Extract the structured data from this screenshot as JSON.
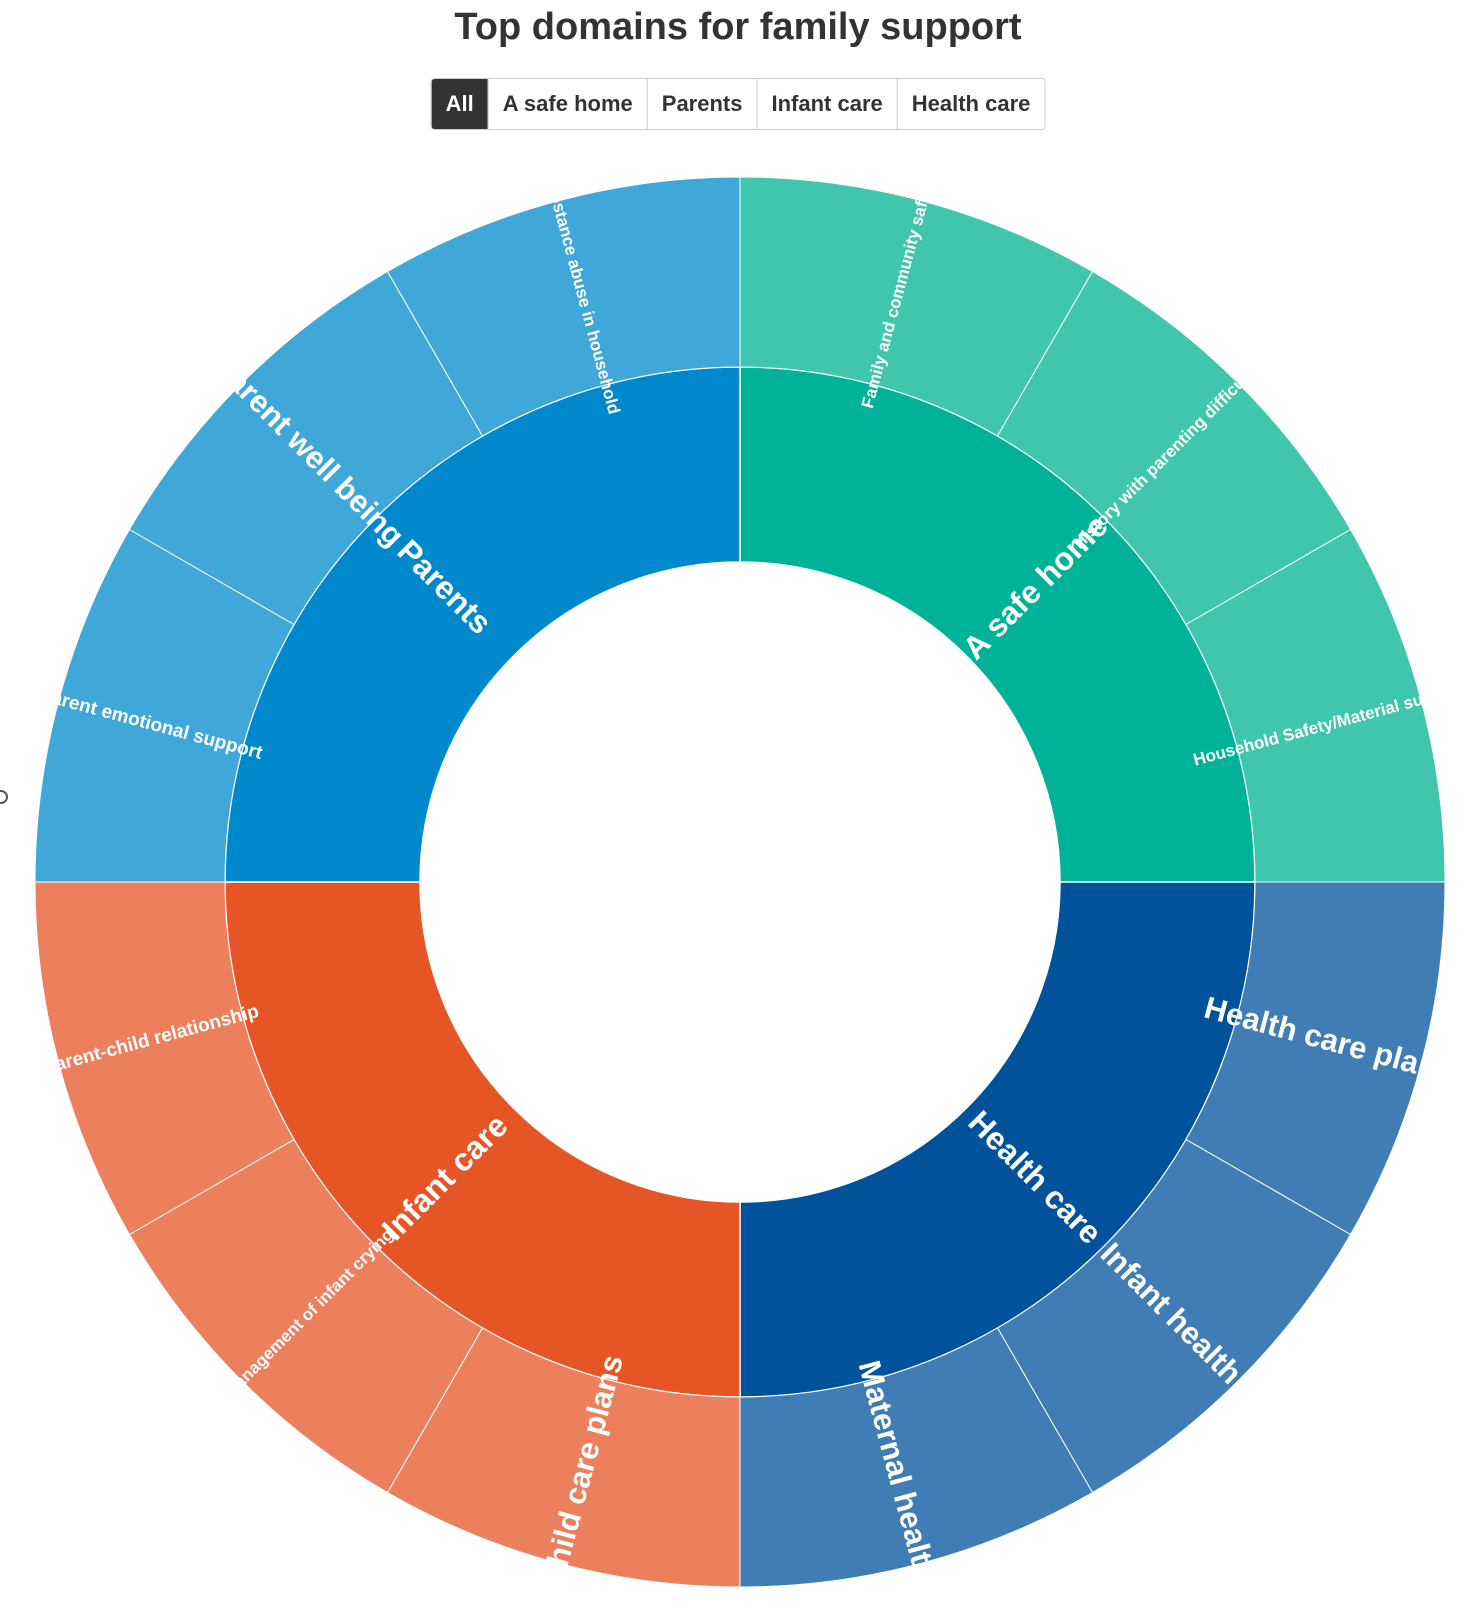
{
  "colors": {
    "a_safe_home": "#00b398",
    "a_safe_home_light": "#40c6ad",
    "parents": "#0088cc",
    "parents_light": "#40a8d9",
    "infant_care": "#e65525",
    "infant_care_light": "#ec7f5c",
    "health_care": "#00529b",
    "health_care_light": "#407db4"
  },
  "tabs": [
    {
      "label": "All",
      "active": true
    },
    {
      "label": "A safe home",
      "active": false
    },
    {
      "label": "Parents",
      "active": false
    },
    {
      "label": "Infant care",
      "active": false
    },
    {
      "label": "Health care",
      "active": false
    }
  ],
  "chart_data": {
    "type": "sunburst",
    "title": "Top domains for family support",
    "segments": [
      {
        "name": "A safe home",
        "value": 3,
        "color": "#00b398",
        "child_color": "#40c6ad",
        "children": [
          {
            "name": "Family and community safety",
            "value": 1
          },
          {
            "name": "History with parenting difficulties",
            "value": 1
          },
          {
            "name": "Household Safety/Material support",
            "value": 1
          }
        ]
      },
      {
        "name": "Health care",
        "value": 3,
        "color": "#00529b",
        "child_color": "#407db4",
        "children": [
          {
            "name": "Health care plans",
            "value": 1
          },
          {
            "name": "Infant health",
            "value": 1
          },
          {
            "name": "Maternal health",
            "value": 1
          }
        ]
      },
      {
        "name": "Infant care",
        "value": 3,
        "color": "#e65525",
        "child_color": "#ec7f5c",
        "children": [
          {
            "name": "Child care plans",
            "value": 1
          },
          {
            "name": "Management of infant crying",
            "value": 1
          },
          {
            "name": "Parent-child relationship",
            "value": 1
          }
        ]
      },
      {
        "name": "Parents",
        "value": 3,
        "color": "#0088cc",
        "child_color": "#40a8d9",
        "children": [
          {
            "name": "Parent emotional support",
            "value": 1
          },
          {
            "name": "Parent well being",
            "value": 1
          },
          {
            "name": "Substance abuse in household",
            "value": 1
          }
        ]
      }
    ]
  }
}
